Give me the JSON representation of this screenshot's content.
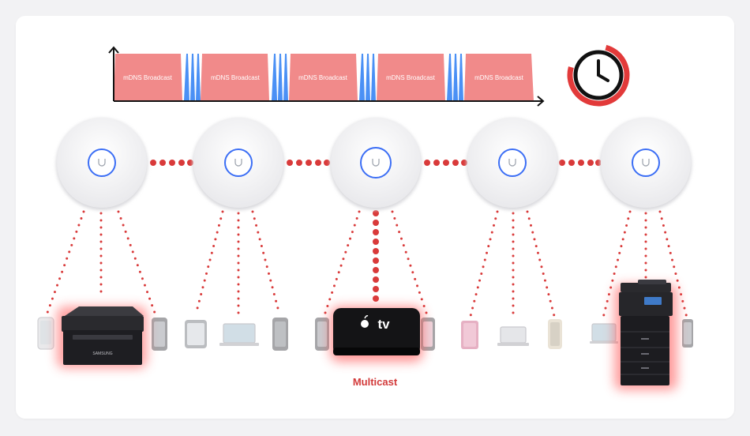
{
  "timeline": {
    "segments": [
      "mDNS Broadcast",
      "mDNS Broadcast",
      "mDNS Broadcast",
      "mDNS Broadcast",
      "mDNS Broadcast"
    ]
  },
  "caption": "Multicast",
  "icons": {
    "clock": "clock-icon",
    "access_point": "access-point-icon",
    "printer": "printer-icon",
    "apple_tv": "apple-tv-icon",
    "copier": "copier-icon"
  },
  "colors": {
    "segment": "#f18a8a",
    "pulse": "#4a90f5",
    "dots": "#d93a3a",
    "ring": "#e23a3a",
    "ap_ring": "#3b6ef5"
  }
}
